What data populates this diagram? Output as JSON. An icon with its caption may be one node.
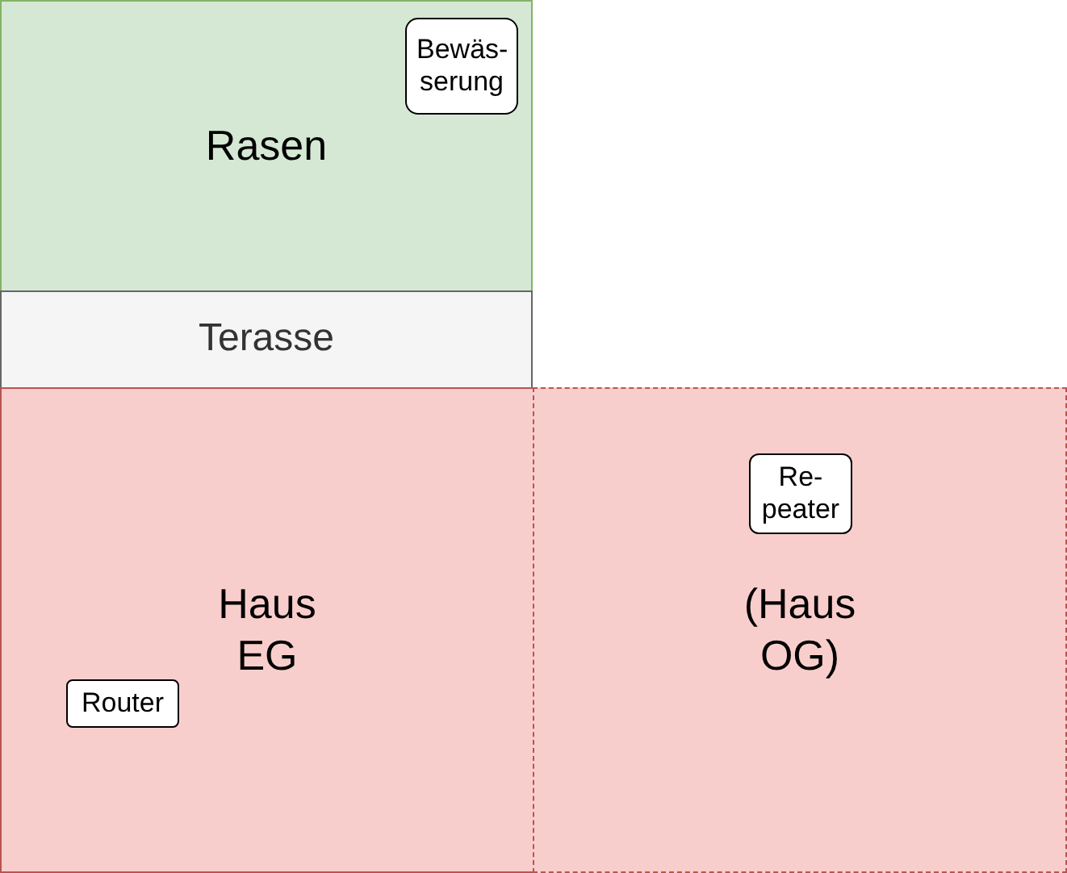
{
  "diagram": {
    "nodes": [
      {
        "text": [
          "Rasen"
        ]
      },
      {
        "text": [
          "Bewäs- serung"
        ],
        "in": 0
      },
      {
        "text": [
          "Terasse"
        ]
      },
      {
        "text": [
          "Haus EG"
        ]
      },
      {
        "text": [
          "Router"
        ],
        "in": 3
      },
      {
        "text": [
          "(Haus OG)"
        ]
      },
      {
        "text": [
          "Re- peater"
        ],
        "in": 5
      }
    ]
  }
}
